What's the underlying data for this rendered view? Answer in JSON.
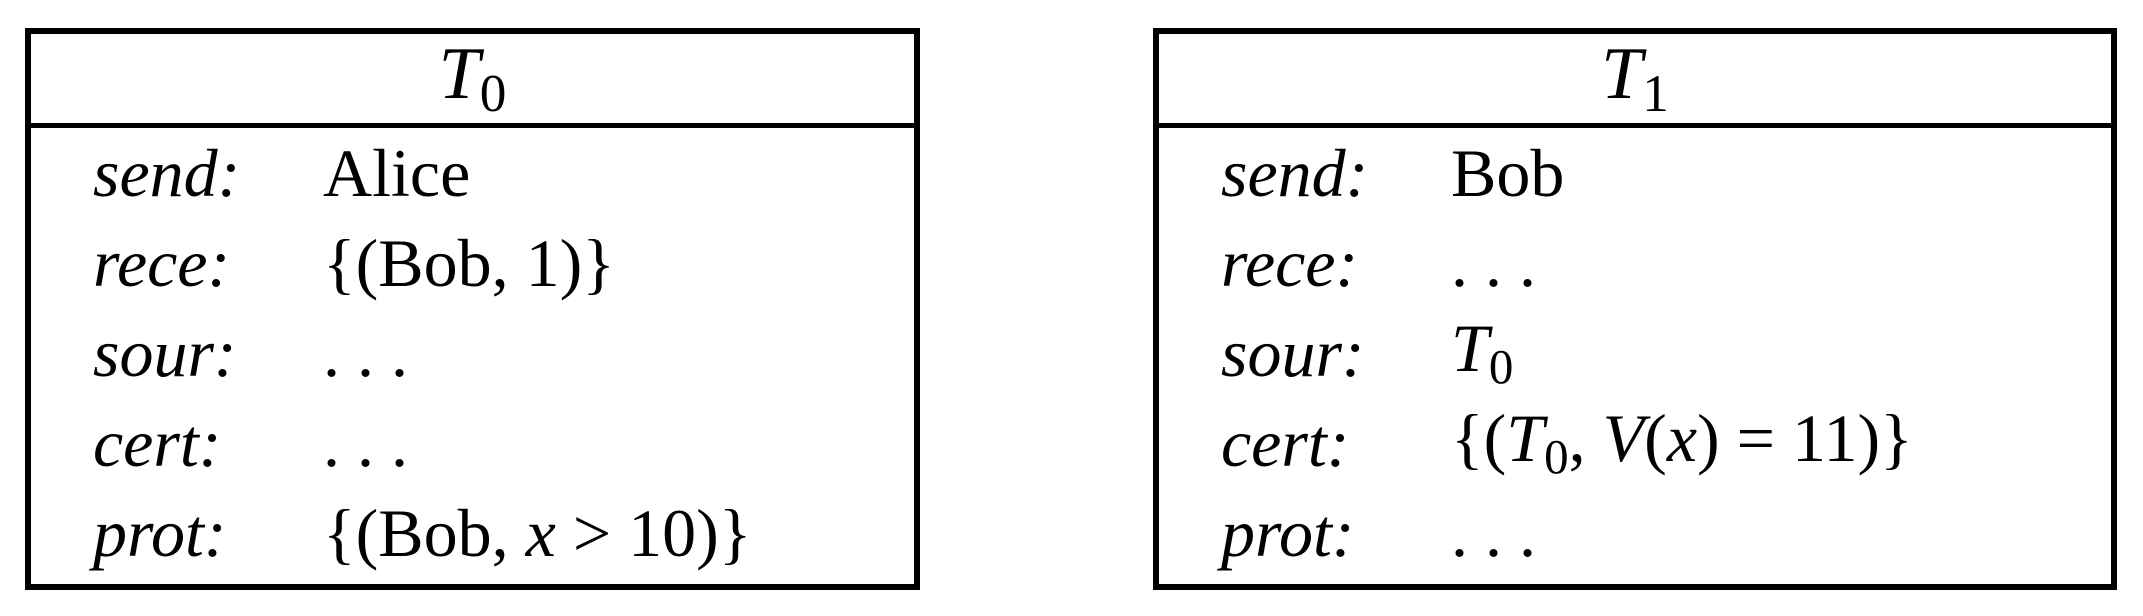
{
  "colors": {
    "ink": "#000000",
    "background": "#ffffff"
  },
  "tables": [
    {
      "name": "T0",
      "header": [
        {
          "t": "T",
          "i": true
        },
        {
          "t": "0",
          "sub": true
        }
      ],
      "rows": [
        {
          "label": "send:",
          "value": [
            {
              "t": "Alice"
            }
          ]
        },
        {
          "label": "rece:",
          "value": [
            {
              "t": "{(Bob, 1)}"
            }
          ]
        },
        {
          "label": "sour:",
          "value": [
            {
              "t": ". . ."
            }
          ]
        },
        {
          "label": "cert:",
          "value": [
            {
              "t": ". . ."
            }
          ]
        },
        {
          "label": "prot:",
          "value": [
            {
              "t": "{(Bob, "
            },
            {
              "t": "x",
              "i": true
            },
            {
              "t": " > 10)}"
            }
          ]
        }
      ]
    },
    {
      "name": "T1",
      "header": [
        {
          "t": "T",
          "i": true
        },
        {
          "t": "1",
          "sub": true
        }
      ],
      "rows": [
        {
          "label": "send:",
          "value": [
            {
              "t": "Bob"
            }
          ]
        },
        {
          "label": "rece:",
          "value": [
            {
              "t": ". . ."
            }
          ]
        },
        {
          "label": "sour:",
          "value": [
            {
              "t": "T",
              "i": true
            },
            {
              "t": "0",
              "sub": true
            }
          ]
        },
        {
          "label": "cert:",
          "value": [
            {
              "t": "{("
            },
            {
              "t": "T",
              "i": true
            },
            {
              "t": "0",
              "sub": true
            },
            {
              "t": ", "
            },
            {
              "t": "V",
              "i": true
            },
            {
              "t": "("
            },
            {
              "t": "x",
              "i": true
            },
            {
              "t": ") = 11)}"
            }
          ]
        },
        {
          "label": "prot:",
          "value": [
            {
              "t": ". . ."
            }
          ]
        }
      ]
    }
  ]
}
